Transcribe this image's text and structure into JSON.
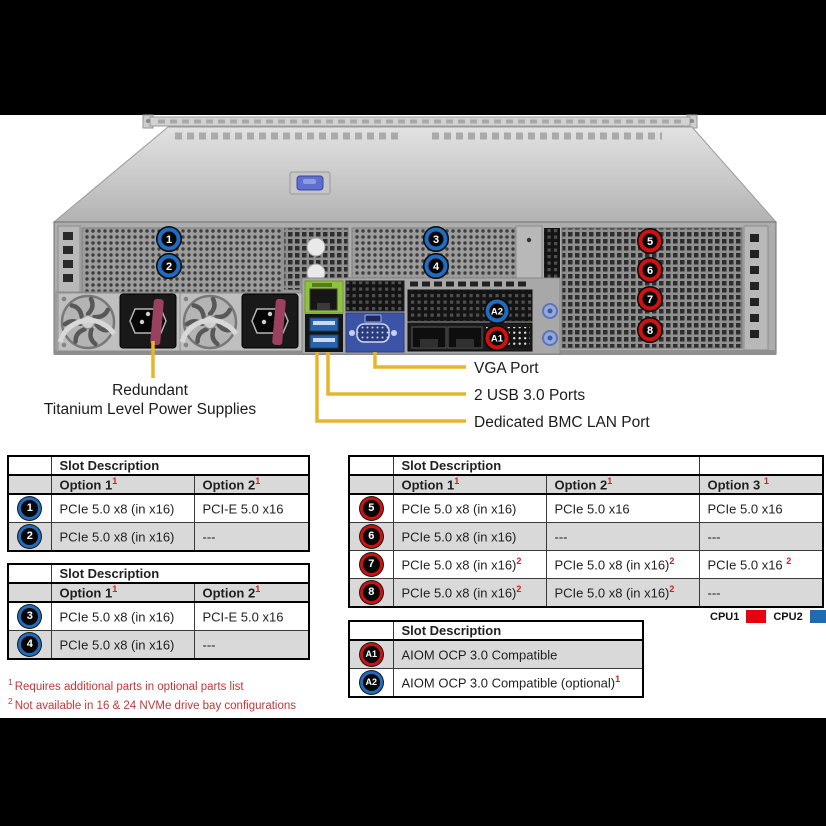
{
  "figure": {
    "description": "Server rear view",
    "callouts": {
      "psu_line1": "Redundant",
      "psu_line2": "Titanium Level Power Supplies",
      "vga": "VGA Port",
      "usb": "2 USB 3.0 Ports",
      "bmc": "Dedicated BMC LAN Port"
    },
    "badges": {
      "b1": "1",
      "b2": "2",
      "b3": "3",
      "b4": "4",
      "b5": "5",
      "b6": "6",
      "b7": "7",
      "b8": "8",
      "a1": "A1",
      "a2": "A2"
    }
  },
  "colors": {
    "callout_line": "#e7b52c",
    "cpu1_red": "#e8000d",
    "cpu2_blue": "#1f6cb5",
    "bmc_port_highlight": "#90c33c",
    "vga_port_blue": "#3c54a8",
    "footnote_red": "#c53636",
    "table_header_gray": "#d9d9d9"
  },
  "tables": {
    "slots12": {
      "header": "Slot Description",
      "columns": [
        {
          "label": "Option 1",
          "sup": "1"
        },
        {
          "label": "Option 2",
          "sup": "1"
        }
      ],
      "rows": [
        {
          "badge": "1",
          "cells": [
            {
              "text": "PCIe 5.0 x8 (in x16)"
            },
            {
              "text": "PCI-E 5.0 x16"
            }
          ]
        },
        {
          "badge": "2",
          "cells": [
            {
              "text": "PCIe 5.0 x8 (in x16)"
            },
            {
              "text": "---"
            }
          ]
        }
      ]
    },
    "slots34": {
      "header": "Slot Description",
      "columns": [
        {
          "label": "Option 1",
          "sup": "1"
        },
        {
          "label": "Option 2",
          "sup": "1"
        }
      ],
      "rows": [
        {
          "badge": "3",
          "cells": [
            {
              "text": "PCIe 5.0 x8 (in x16)"
            },
            {
              "text": "PCI-E 5.0 x16"
            }
          ]
        },
        {
          "badge": "4",
          "cells": [
            {
              "text": "PCIe 5.0 x8 (in x16)"
            },
            {
              "text": "---"
            }
          ]
        }
      ]
    },
    "slots5678": {
      "header": "Slot Description",
      "columns": [
        {
          "label": "Option 1",
          "sup": "1"
        },
        {
          "label": "Option 2",
          "sup": "1"
        },
        {
          "label": "Option 3 ",
          "sup": "1"
        }
      ],
      "rows": [
        {
          "badge": "5",
          "cells": [
            {
              "text": "PCIe 5.0 x8 (in x16)"
            },
            {
              "text": "PCIe 5.0 x16"
            },
            {
              "text": "PCIe 5.0 x16"
            }
          ]
        },
        {
          "badge": "6",
          "cells": [
            {
              "text": "PCIe 5.0 x8 (in x16)"
            },
            {
              "text": "---"
            },
            {
              "text": "---"
            }
          ]
        },
        {
          "badge": "7",
          "cells": [
            {
              "text": "PCIe 5.0 x8 (in x16)",
              "sup": "2"
            },
            {
              "text": "PCIe 5.0 x8 (in x16)",
              "sup": "2"
            },
            {
              "text": "PCIe 5.0 x16 ",
              "sup": "2"
            }
          ]
        },
        {
          "badge": "8",
          "cells": [
            {
              "text": "PCIe 5.0 x8 (in x16)",
              "sup": "2"
            },
            {
              "text": "PCIe 5.0 x8 (in x16)",
              "sup": "2"
            },
            {
              "text": "---"
            }
          ]
        }
      ]
    },
    "aiom": {
      "header": "Slot Description",
      "rows": [
        {
          "badge": "A1",
          "cells": [
            {
              "text": "AIOM OCP 3.0 Compatible"
            }
          ]
        },
        {
          "badge": "A2",
          "cells": [
            {
              "text": "AIOM OCP 3.0 Compatible (optional)",
              "sup": "1"
            }
          ]
        }
      ]
    }
  },
  "footnotes": [
    {
      "sup": "1",
      "text": "Requires additional parts in optional parts list"
    },
    {
      "sup": "2",
      "text": "Not available in 16 & 24 NVMe drive bay configurations"
    }
  ],
  "legend": {
    "items": [
      {
        "label": "CPU1",
        "color": "#e8000d"
      },
      {
        "label": "CPU2",
        "color": "#1f6cb5"
      }
    ]
  }
}
